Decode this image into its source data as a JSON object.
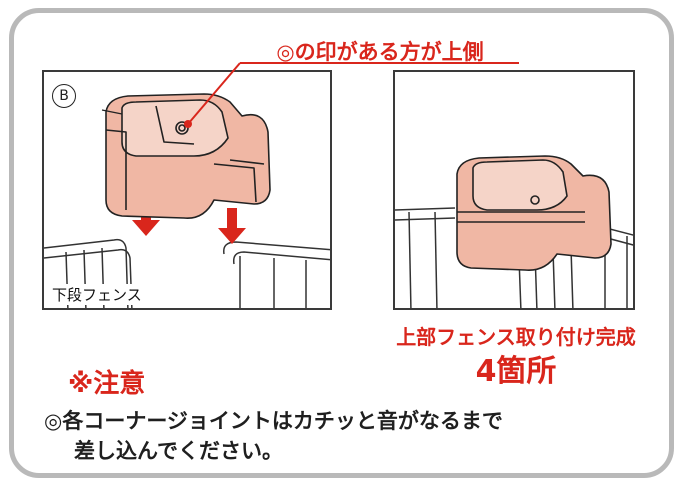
{
  "callout": {
    "text": "◎の印がある方が上側"
  },
  "left_panel": {
    "part_label": "B",
    "fence_label": "下段フェンス"
  },
  "right_panel": {
    "complete_title": "上部フェンス取り付け完成",
    "complete_count": "4箇所"
  },
  "caution": {
    "title": "※注意",
    "line1": "◎各コーナージョイントはカチッと音がなるまで",
    "line2": "差し込んでください。"
  },
  "colors": {
    "accent_red": "#d9261c",
    "joint_fill": "#f0b7a4",
    "frame_gray": "#b9b9b9",
    "arrow_red": "#d9261c"
  }
}
